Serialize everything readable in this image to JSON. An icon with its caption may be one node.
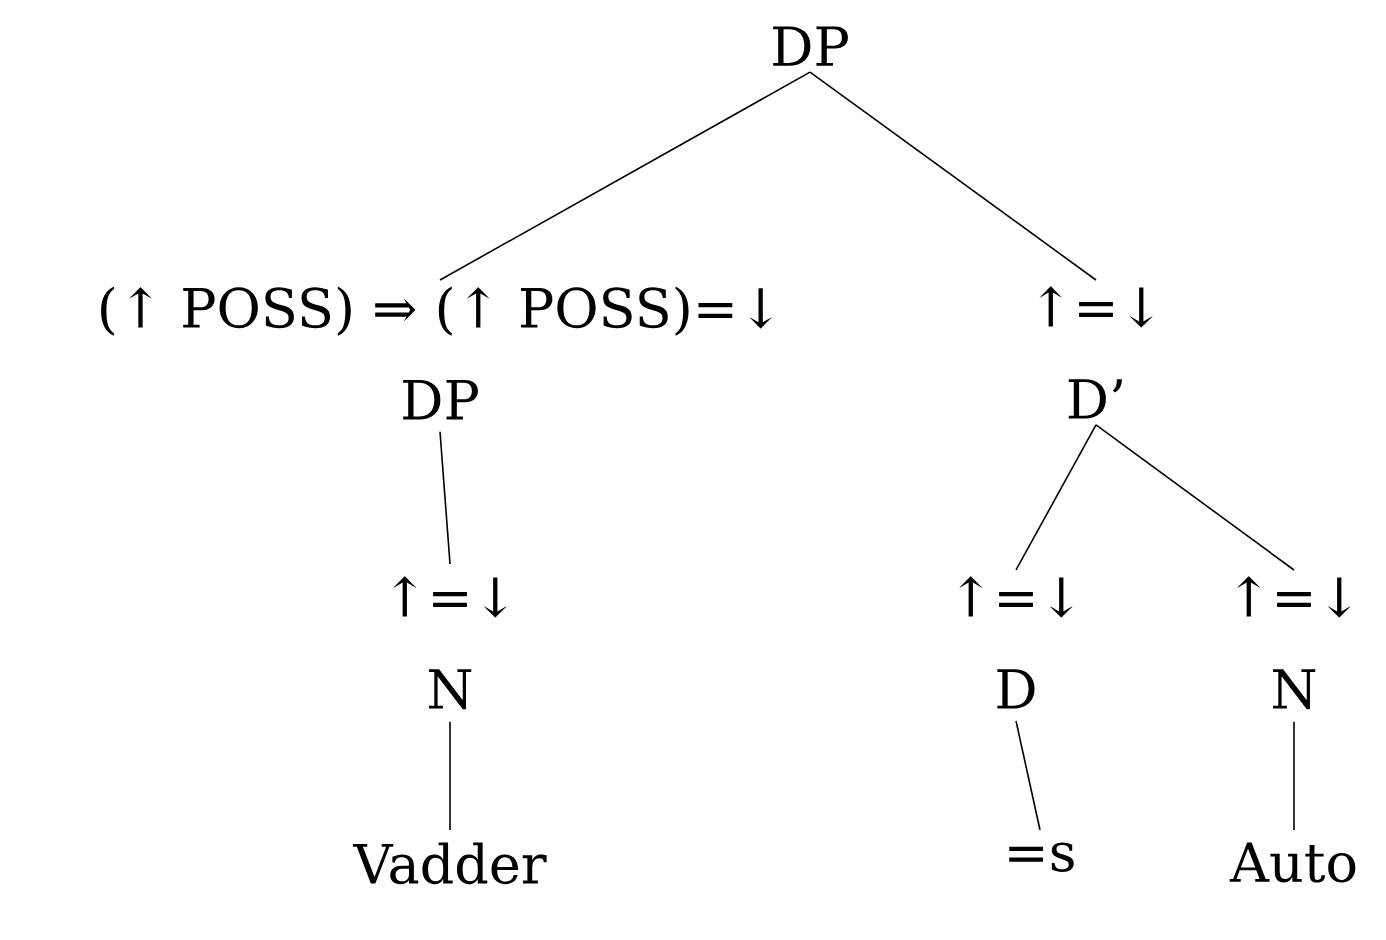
{
  "diagram": {
    "nodes": [
      {
        "text": [
          "DP"
        ]
      },
      {
        "text": [
          "(↑ POSS) ⇒ (↑ POSS)=↓",
          "DP"
        ]
      },
      {
        "text": [
          "↑=↓",
          "N"
        ]
      },
      {
        "text": [
          "Vadder"
        ]
      },
      {
        "text": [
          "↑=↓",
          "D’"
        ]
      },
      {
        "text": [
          "↑=↓",
          "D"
        ]
      },
      {
        "text": [
          "↑=↓",
          "N"
        ]
      },
      {
        "text": [
          "=s"
        ]
      },
      {
        "text": [
          "Auto"
        ]
      }
    ],
    "edges": [
      {
        "from": 0,
        "to": 1,
        "arrow": "none"
      },
      {
        "from": 0,
        "to": 4,
        "arrow": "none"
      },
      {
        "from": 1,
        "to": 2,
        "arrow": "none"
      },
      {
        "from": 2,
        "to": 3,
        "arrow": "none"
      },
      {
        "from": 4,
        "to": 5,
        "arrow": "none"
      },
      {
        "from": 4,
        "to": 6,
        "arrow": "none"
      },
      {
        "from": 5,
        "to": 7,
        "arrow": "none"
      },
      {
        "from": 6,
        "to": 8,
        "arrow": "none"
      }
    ]
  }
}
